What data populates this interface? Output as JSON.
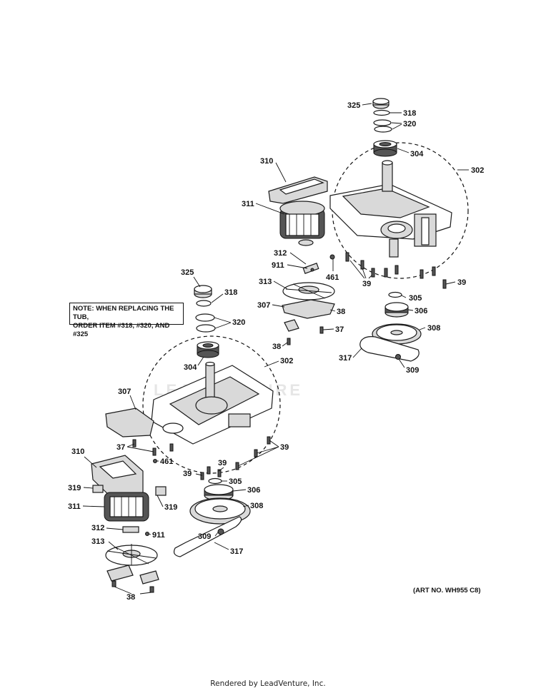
{
  "note": {
    "line1": "NOTE: WHEN REPLACING THE TUB,",
    "line2": "ORDER ITEM #318, #320, AND #325"
  },
  "art_number": "(ART NO. WH955 C8)",
  "watermark": "LEADVENTURE",
  "footer": "Rendered by LeadVenture, Inc.",
  "callouts": {
    "top": {
      "c325": "325",
      "c318": "318",
      "c320": "320",
      "c304": "304",
      "c302": "302",
      "c310": "310",
      "c311": "311",
      "c312": "312",
      "c911": "911",
      "c461": "461",
      "c39a": "39",
      "c39b": "39",
      "c313": "313",
      "c307": "307",
      "c38a": "38",
      "c37": "37",
      "c38b": "38",
      "c305": "305",
      "c306": "306",
      "c308": "308",
      "c317": "317",
      "c309": "309"
    },
    "bottom": {
      "c325": "325",
      "c318": "318",
      "c320": "320",
      "c304": "304",
      "c302": "302",
      "c307": "307",
      "c37": "37",
      "c461": "461",
      "c39a": "39",
      "c39b": "39",
      "c39c": "39",
      "c305": "305",
      "c306": "306",
      "c310": "310",
      "c319a": "319",
      "c311": "311",
      "c319b": "319",
      "c308": "308",
      "c312": "312",
      "c911": "911",
      "c309": "309",
      "c313": "313",
      "c317": "317",
      "c38": "38"
    }
  }
}
